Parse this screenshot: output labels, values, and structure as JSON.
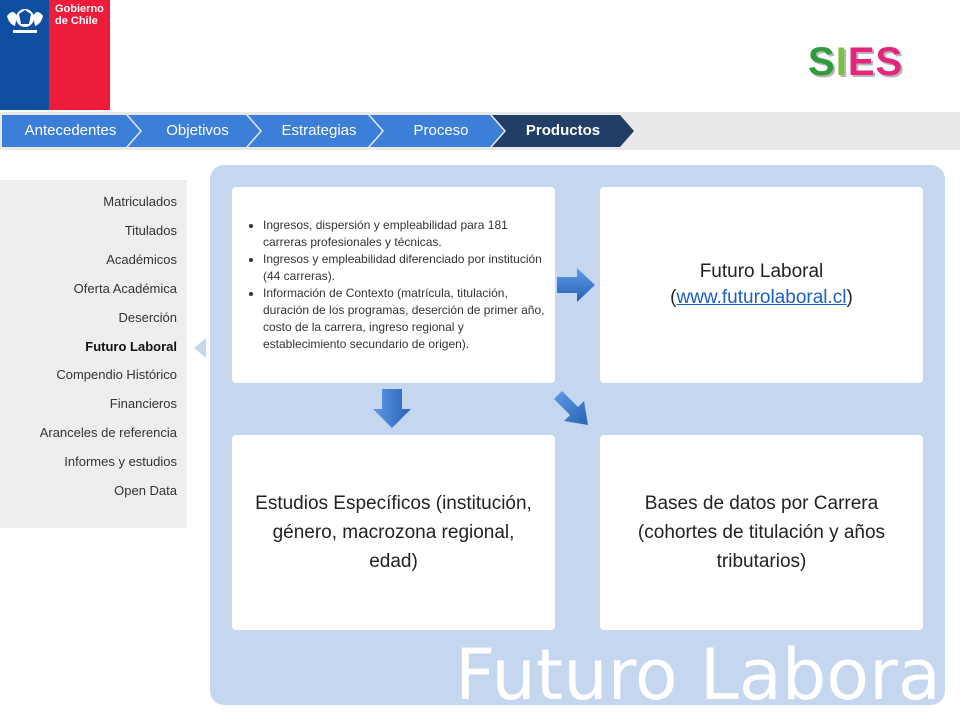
{
  "logo": {
    "line1": "Gobierno",
    "line2": "de Chile"
  },
  "brand": {
    "title_letters": [
      "S",
      "I",
      "E",
      "S"
    ],
    "colors": [
      "#2e9c3c",
      "#7cc043",
      "#e3257b",
      "#e3257b"
    ]
  },
  "nav": {
    "tabs": [
      {
        "label": "Antecedentes",
        "active": false
      },
      {
        "label": "Objetivos",
        "active": false
      },
      {
        "label": "Estrategias",
        "active": false
      },
      {
        "label": "Proceso",
        "active": false
      },
      {
        "label": "Productos",
        "active": true
      }
    ],
    "colors": {
      "inactive": "#3c7fd8",
      "active": "#223d66",
      "bar": "#e9e9e9"
    }
  },
  "sidebar": {
    "items": [
      "Matriculados",
      "Titulados",
      "Académicos",
      "Oferta Académica",
      "Deserción",
      "Futuro Laboral",
      "Compendio Histórico",
      "Financieros",
      "Aranceles de referencia",
      "Informes y estudios",
      "Open Data"
    ],
    "active_index": 5
  },
  "main": {
    "box1_bullets": [
      "Ingresos, dispersión y empleabilidad para 181 carreras profesionales y técnicas.",
      "Ingresos y empleabilidad diferenciado por institución (44 carreras).",
      "Información de Contexto (matrícula, titulación, duración de los programas, deserción de primer año, costo de la carrera, ingreso regional y establecimiento secundario de origen)."
    ],
    "box2": {
      "title": "Futuro Laboral",
      "open": "(",
      "link": "www.futurolaboral.cl",
      "close": ")"
    },
    "box3": {
      "text": "Estudios Específicos (institución, género, macrozona regional, edad)"
    },
    "box4": {
      "text": "Bases de datos por Carrera (cohortes de titulación y años tributarios)"
    },
    "watermark": "Futuro Laboral"
  },
  "colors": {
    "panel": "#c5d7ef",
    "arrow": "#3a78c8",
    "link": "#1a5fc7"
  }
}
